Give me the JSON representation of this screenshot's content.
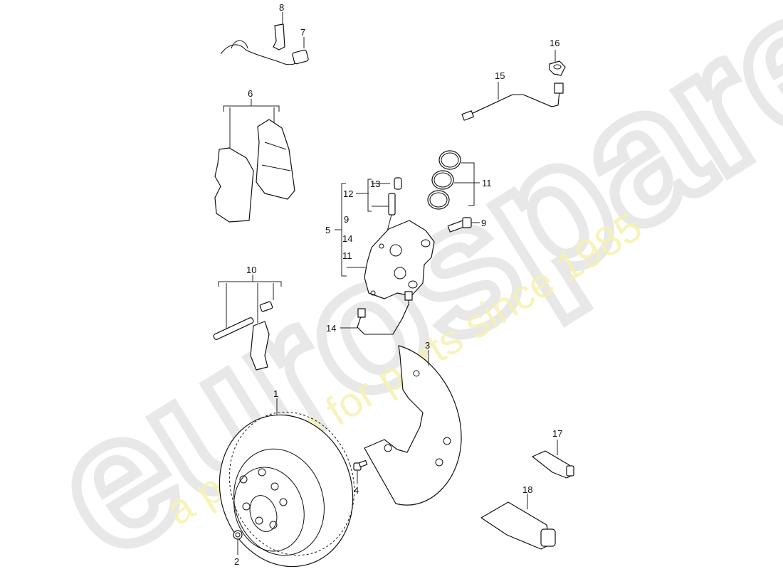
{
  "diagram": {
    "title": "Front brake assembly exploded parts diagram",
    "watermark": {
      "brand": "eurospares",
      "tagline": "a passion for parts since 1985",
      "brand_color": "#e6e6e6",
      "tagline_color": "#f5f0a0"
    },
    "callouts": [
      {
        "id": "1",
        "part": "brake-disc"
      },
      {
        "id": "2",
        "part": "disc-screw"
      },
      {
        "id": "3",
        "part": "splash-shield"
      },
      {
        "id": "4",
        "part": "shield-bolt"
      },
      {
        "id": "5",
        "part": "brake-caliper"
      },
      {
        "id": "6",
        "part": "brake-pad-set"
      },
      {
        "id": "7",
        "part": "wear-sensor"
      },
      {
        "id": "8",
        "part": "sensor-clip"
      },
      {
        "id": "9",
        "part": "caliper-bolt"
      },
      {
        "id": "10",
        "part": "pad-retainer-kit"
      },
      {
        "id": "11",
        "part": "seal-rings"
      },
      {
        "id": "12",
        "part": "bleeder-valve-kit"
      },
      {
        "id": "13",
        "part": "bleeder-cap"
      },
      {
        "id": "14",
        "part": "brake-pipe-caliper"
      },
      {
        "id": "15",
        "part": "brake-pipe"
      },
      {
        "id": "16",
        "part": "pipe-clip"
      },
      {
        "id": "17",
        "part": "grease-tube-small"
      },
      {
        "id": "18",
        "part": "grease-tube-large"
      }
    ],
    "caliper_group": {
      "main": "5",
      "members": [
        "12",
        "9",
        "14",
        "11"
      ],
      "sub_12": [
        "13"
      ]
    },
    "labels": {
      "l1": "1",
      "l2": "2",
      "l3": "3",
      "l4": "4",
      "l5": "5",
      "l6": "6",
      "l7": "7",
      "l8": "8",
      "l9a": "9",
      "l9b": "9",
      "l10": "10",
      "l11a": "11",
      "l11b": "11",
      "l12": "12",
      "l13": "13",
      "l14a": "14",
      "l14b": "14",
      "l15": "15",
      "l16": "16",
      "l17": "17",
      "l18": "18"
    }
  }
}
